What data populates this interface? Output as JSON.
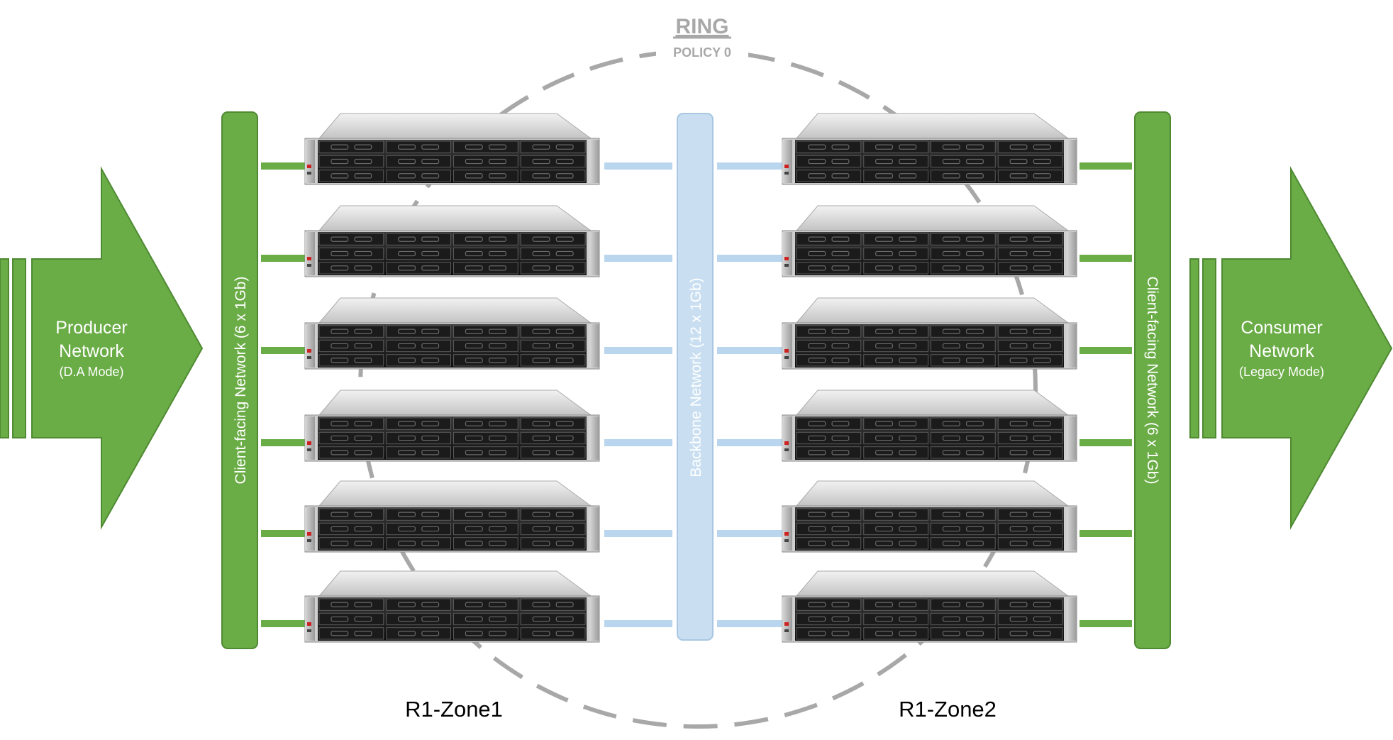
{
  "ring": {
    "title": "RING",
    "subtitle": "POLICY 0",
    "color": "#a8a8a8"
  },
  "producer": {
    "line1": "Producer",
    "line2": "Network",
    "line3": "(D.A Mode)"
  },
  "consumer": {
    "line1": "Consumer",
    "line2": "Network",
    "line3": "(Legacy Mode)"
  },
  "client_network_left": {
    "label": "Client-facing Network (6 x 1Gb)"
  },
  "backbone_network": {
    "label": "Backbone Network (12 x 1Gb)"
  },
  "client_network_right": {
    "label": "Client-facing Network (6 x 1Gb)"
  },
  "zones": [
    {
      "label": "R1-Zone1",
      "server_count": 6
    },
    {
      "label": "R1-Zone2",
      "server_count": 6
    }
  ],
  "colors": {
    "green": "#6aac46",
    "green_edge": "#4f8a33",
    "backbone": "#c9dff1",
    "backbone_edge": "#a9c7e2",
    "link_blue": "#b9d6ee"
  },
  "icons": {
    "server": "rack-server-icon",
    "arrow": "flow-arrow"
  }
}
